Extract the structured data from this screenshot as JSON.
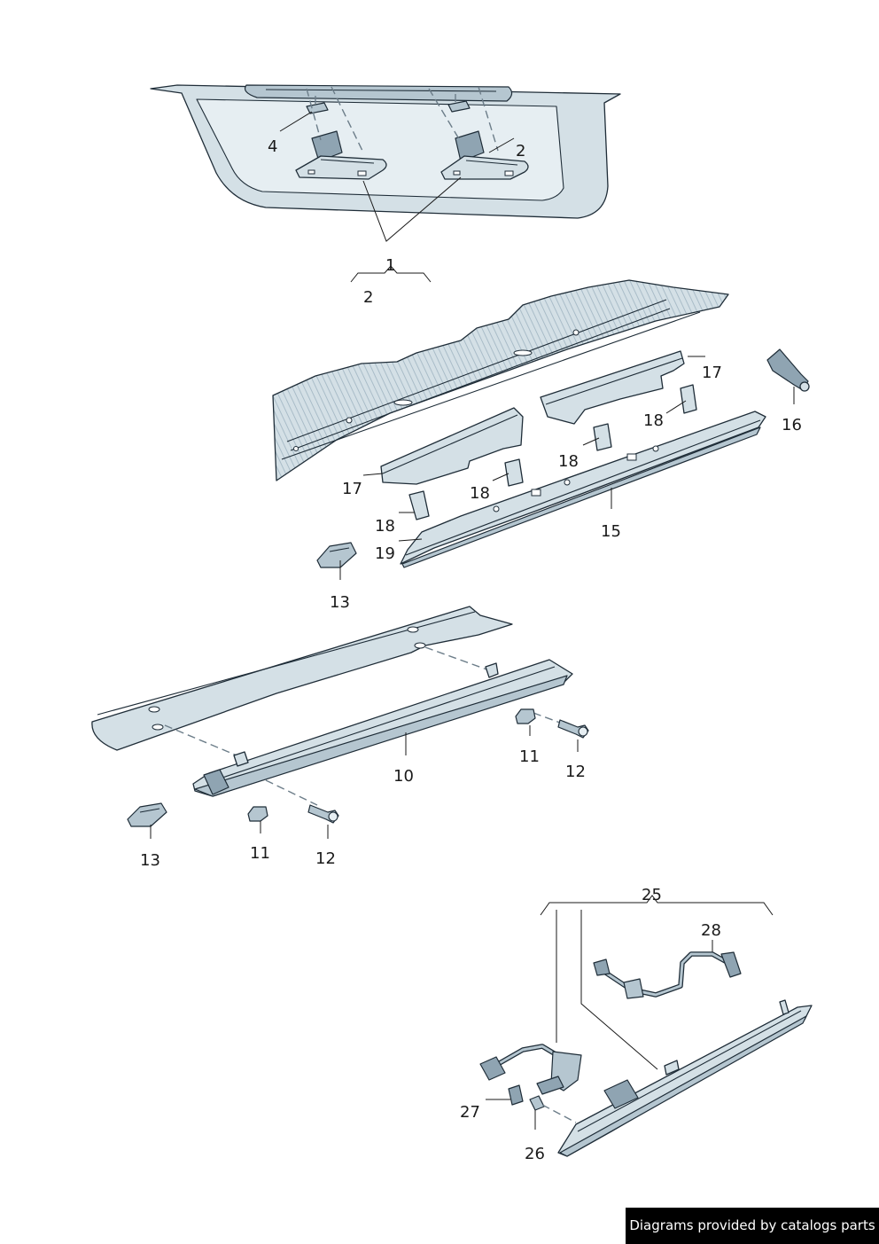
{
  "callouts": {
    "c1": "1",
    "c2a": "2",
    "c2b": "2",
    "c4": "4",
    "c10": "10",
    "c11a": "11",
    "c11b": "11",
    "c12a": "12",
    "c12b": "12",
    "c13a": "13",
    "c13b": "13",
    "c15": "15",
    "c16": "16",
    "c17a": "17",
    "c17b": "17",
    "c18a": "18",
    "c18b": "18",
    "c18c": "18",
    "c18d": "18",
    "c19": "19",
    "c25": "25",
    "c26": "26",
    "c27": "27",
    "c28": "28"
  },
  "footer": {
    "credit": "Diagrams provided by catalogs parts"
  },
  "colors": {
    "part_fill": "#d4e0e6",
    "outline": "#1f2d38",
    "credit_bg": "#000000"
  }
}
